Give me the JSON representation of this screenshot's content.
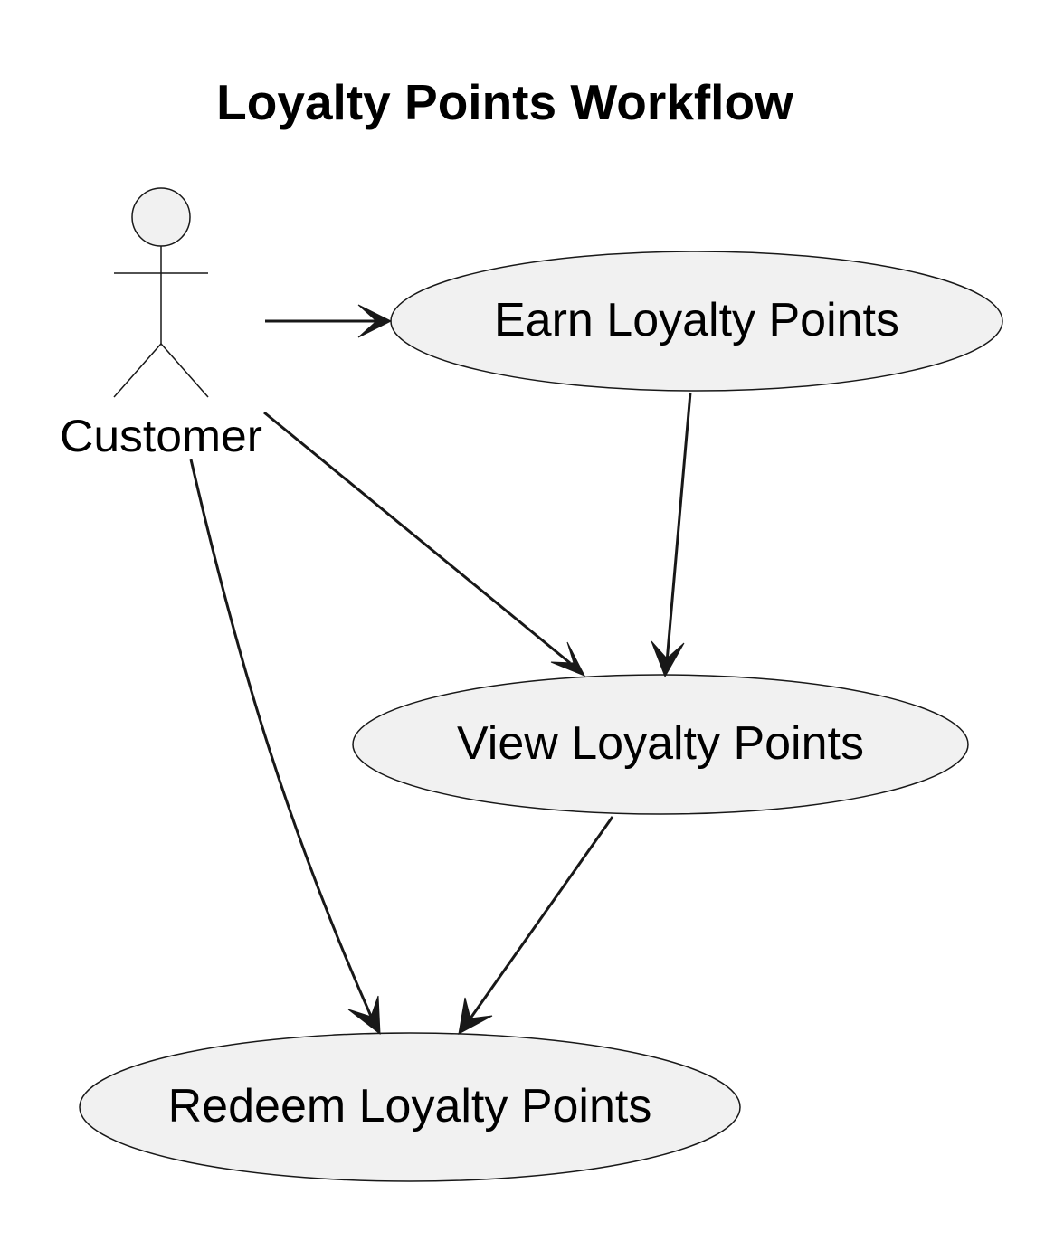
{
  "title": "Loyalty Points Workflow",
  "actor": {
    "label": "Customer"
  },
  "use_cases": {
    "earn": "Earn Loyalty Points",
    "view": "View Loyalty Points",
    "redeem": "Redeem Loyalty Points"
  },
  "relations": [
    {
      "from": "Customer",
      "to": "Earn Loyalty Points"
    },
    {
      "from": "Customer",
      "to": "View Loyalty Points"
    },
    {
      "from": "Customer",
      "to": "Redeem Loyalty Points"
    },
    {
      "from": "Earn Loyalty Points",
      "to": "View Loyalty Points"
    },
    {
      "from": "View Loyalty Points",
      "to": "Redeem Loyalty Points"
    }
  ],
  "colors": {
    "fill": "#F1F1F1",
    "stroke": "#181818",
    "background": "#FFFFFF"
  }
}
